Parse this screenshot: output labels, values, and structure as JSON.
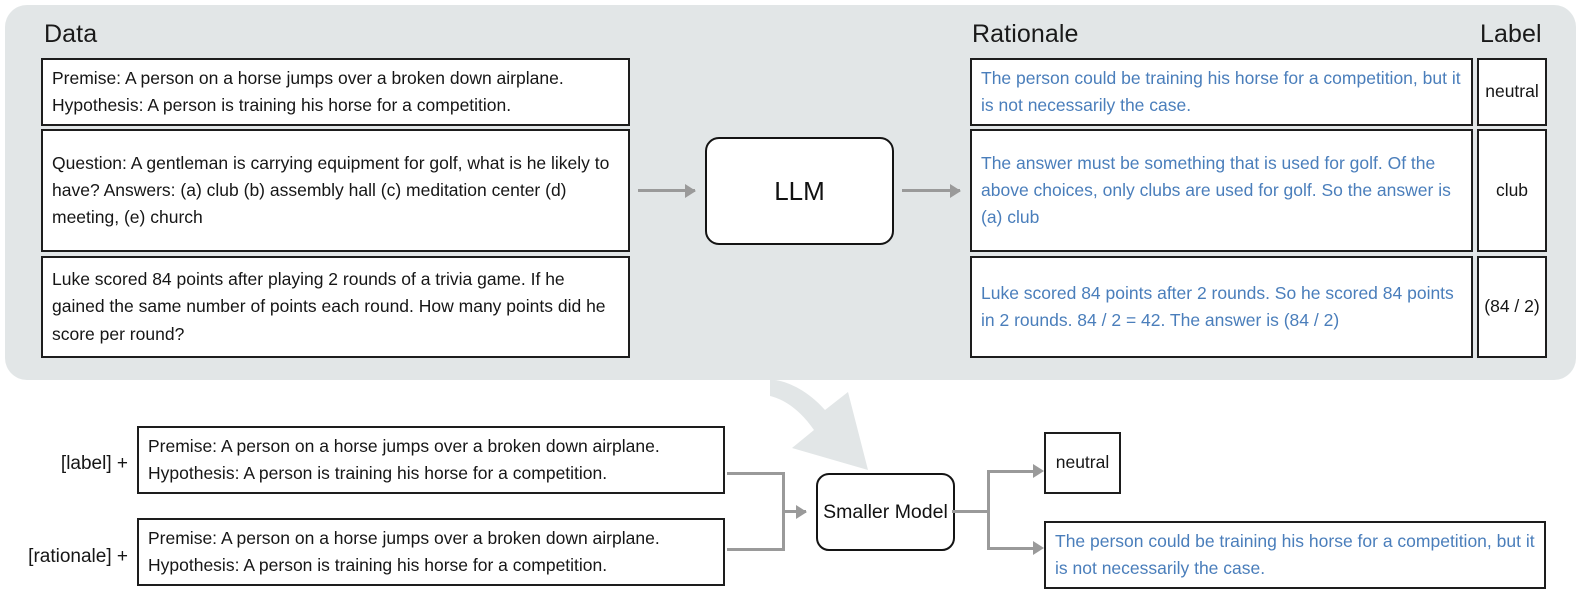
{
  "top_section": {
    "columns": {
      "data_heading": "Data",
      "rationale_heading": "Rationale",
      "label_heading": "Label"
    },
    "model_label": "LLM",
    "rows": [
      {
        "data": "Premise: A person on a horse jumps over a broken down airplane. Hypothesis: A person is training his horse for a competition.",
        "rationale": "The person could be training his horse for a competition, but it is not necessarily the case.",
        "label": "neutral"
      },
      {
        "data": "Question: A gentleman is carrying equipment for golf, what is he likely to have? Answers: (a) club (b) assembly hall (c) meditation center (d) meeting, (e) church",
        "rationale": "The answer must be something that is used for golf. Of the above choices, only clubs are used for golf. So the answer is (a) club",
        "label": "club"
      },
      {
        "data": "Luke scored 84 points after playing 2 rounds of a trivia game. If he gained the same number of points each round. How many points did he score per round?",
        "rationale": "Luke scored 84 points after 2 rounds. So he scored 84 points in 2 rounds. 84 / 2 = 42. The answer is (84 / 2)",
        "label": "(84 / 2)"
      }
    ]
  },
  "bottom_section": {
    "model_label": "Smaller Model",
    "inputs": [
      {
        "prefix": "[label] +",
        "text": "Premise: A person on a horse jumps over a broken down airplane. Hypothesis: A person is training his horse for a competition."
      },
      {
        "prefix": "[rationale] +",
        "text": "Premise: A person on a horse jumps over a broken down airplane. Hypothesis: A person is training his horse for a competition."
      }
    ],
    "outputs": [
      {
        "text": "neutral"
      },
      {
        "text": "The person could be training his horse for a competition, but it is not necessarily the case."
      }
    ]
  },
  "colors": {
    "panel_background": "#e2e6e7",
    "rationale_text": "#4a7ebb",
    "box_border": "#1d1d1d",
    "arrow_gray": "#9a9a9a",
    "big_arrow": "#e2e6e7"
  }
}
